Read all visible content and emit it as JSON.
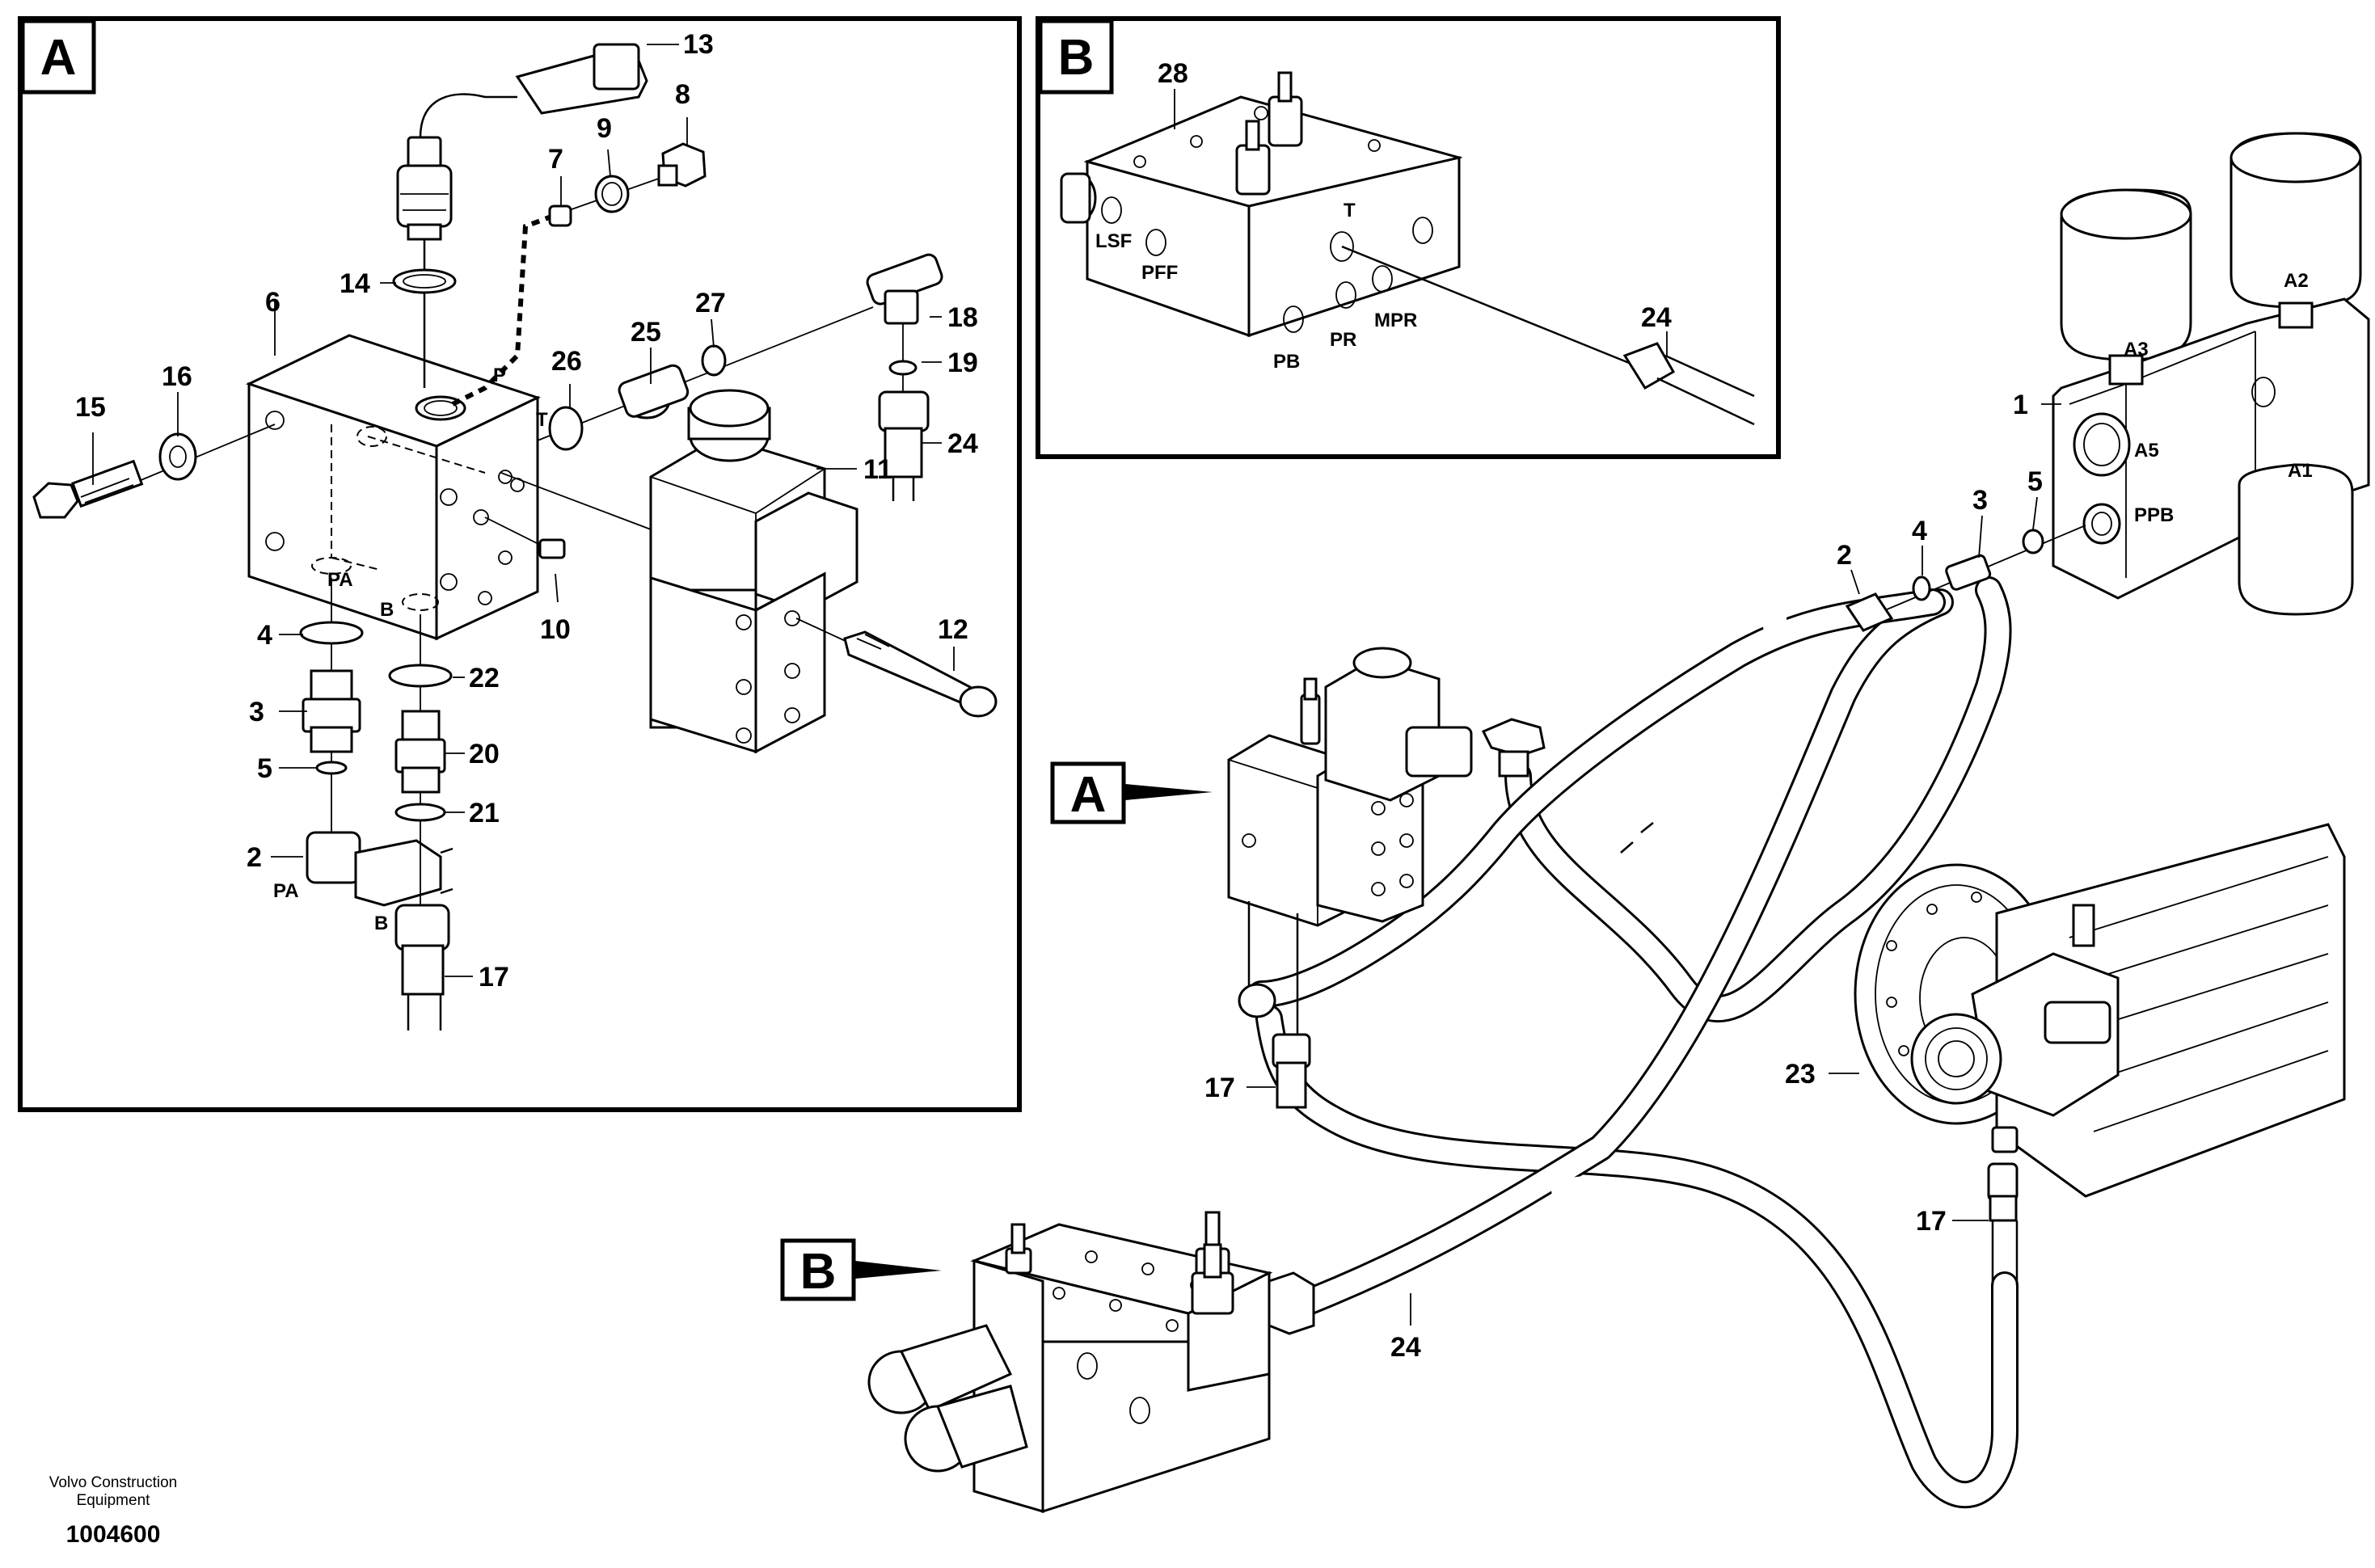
{
  "panels": {
    "a": {
      "letter": "A"
    },
    "b": {
      "letter": "B"
    }
  },
  "callouts": {
    "main_a": "A",
    "main_b": "B"
  },
  "labels_a": {
    "p13": "13",
    "p8": "8",
    "p7": "7",
    "p9": "9",
    "p14": "14",
    "p6": "6",
    "p16": "16",
    "p15": "15",
    "p26": "26",
    "p25": "25",
    "p27": "27",
    "p18": "18",
    "p19": "19",
    "p24": "24",
    "p11": "11",
    "p10": "10",
    "p12": "12",
    "p4": "4",
    "p3": "3",
    "p5": "5",
    "p2": "2",
    "p22": "22",
    "p20": "20",
    "p21": "21",
    "p17": "17"
  },
  "ports_a": {
    "P": "P",
    "T": "T",
    "PA": "PA",
    "B": "B",
    "PA2": "PA",
    "B2": "B"
  },
  "labels_b": {
    "p28": "28",
    "p24": "24"
  },
  "ports_b": {
    "LSF": "LSF",
    "PFF": "PFF",
    "T": "T",
    "PB": "PB",
    "PR": "PR",
    "MPR": "MPR"
  },
  "labels_main": {
    "p1": "1",
    "p2": "2",
    "p4": "4",
    "p3": "3",
    "p5": "5",
    "p23": "23",
    "p17a": "17",
    "p17b": "17",
    "p24": "24"
  },
  "ports_main": {
    "A3": "A3",
    "A2": "A2",
    "A5": "A5",
    "A1": "A1",
    "PPB": "PPB"
  },
  "footer": {
    "company_line1": "Volvo Construction",
    "company_line2": "Equipment",
    "drawing_number": "1004600"
  }
}
